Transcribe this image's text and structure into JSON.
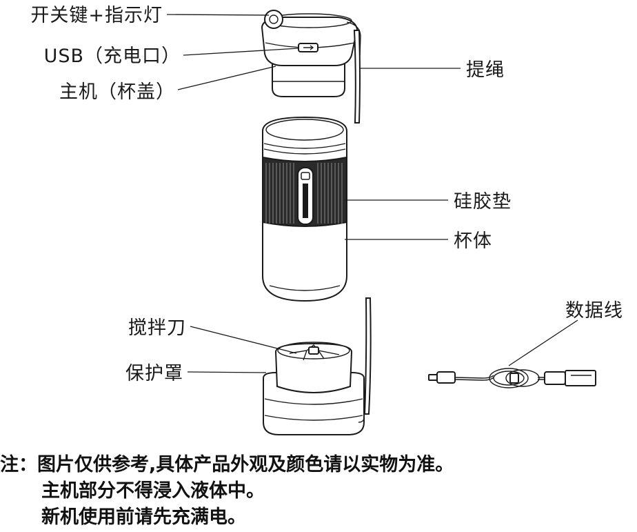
{
  "labels": {
    "power_button": "开关键+指示灯",
    "usb_port": "USB（充电口）",
    "main_unit": "主机（杯盖）",
    "strap": "提绳",
    "silicone_pad": "硅胶垫",
    "cup_body": "杯体",
    "blade": "搅拌刀",
    "guard": "保护罩",
    "data_cable": "数据线"
  },
  "notes": {
    "line1": "注：图片仅供参考,具体产品外观及颜色请以实物为准。",
    "line2": "主机部分不得浸入液体中。",
    "line3": "新机使用前请先充满电。"
  }
}
